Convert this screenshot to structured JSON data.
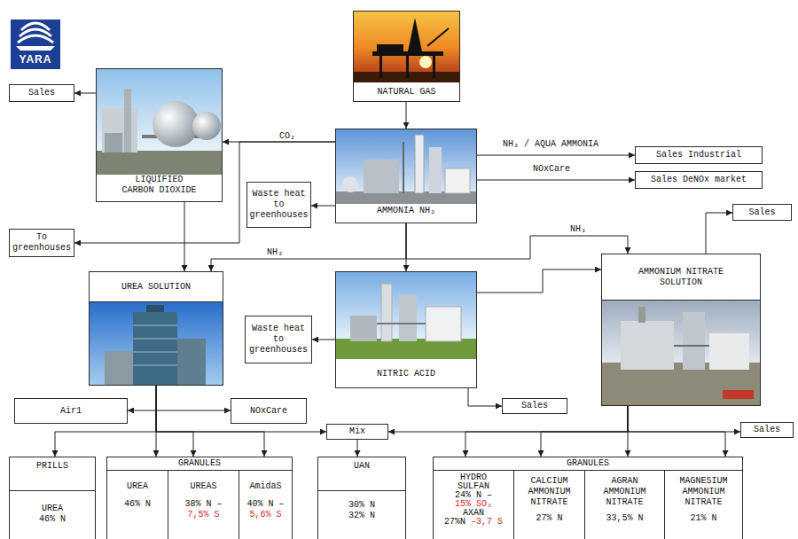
{
  "diagram": {
    "nodes": [
      {
        "text": [
          "NATURAL GAS"
        ]
      },
      {
        "text": [
          "Sales"
        ]
      },
      {
        "text": [
          "LIQUIFIED CARBON DIOXIDE"
        ]
      },
      {
        "text": [
          "AMMONIA NH₃"
        ]
      },
      {
        "text": [
          "Sales Industrial"
        ]
      },
      {
        "text": [
          "Sales DeNOx market"
        ]
      },
      {
        "text": [
          "Waste heat to greenhouses"
        ]
      },
      {
        "text": [
          "Sales"
        ]
      },
      {
        "text": [
          "To greenhouses"
        ]
      },
      {
        "text": [
          "UREA SOLUTION"
        ]
      },
      {
        "text": [
          "AMMONIUM NITRATE SOLUTION"
        ]
      },
      {
        "text": [
          "Waste heat to greenhouses"
        ]
      },
      {
        "text": [
          "NITRIC ACID"
        ]
      },
      {
        "text": [
          "Air1"
        ]
      },
      {
        "text": [
          "NOxCare"
        ]
      },
      {
        "text": [
          "Sales"
        ]
      },
      {
        "text": [
          "Mix"
        ]
      },
      {
        "text": [
          "Sales"
        ]
      },
      {
        "text": [
          "PRILLS",
          "UREA",
          "46% N"
        ]
      },
      {
        "text": [
          "GRANULES"
        ]
      },
      {
        "text": [
          "UREA",
          "46% N"
        ],
        "in": 19
      },
      {
        "text": [
          "UREAS",
          "38% N –",
          "7,5% S"
        ],
        "in": 19
      },
      {
        "text": [
          "AmidaS",
          "40% N –",
          "5,6% S"
        ],
        "in": 19
      },
      {
        "text": [
          "UAN",
          "30% N",
          "32% N"
        ]
      },
      {
        "text": [
          "GRANULES"
        ]
      },
      {
        "text": [
          "HYDRO SULFAN",
          "24% N –",
          "15% SO₃",
          "AXAN",
          "27%N",
          "–3,7 S"
        ],
        "in": 24
      },
      {
        "text": [
          "CALCIUM AMMONIUM NITRATE",
          "27% N"
        ],
        "in": 24
      },
      {
        "text": [
          "AGRAN AMMONIUM NITRATE",
          "33,5% N"
        ],
        "in": 24
      },
      {
        "text": [
          "MAGNESIUM AMMONIUM NITRATE",
          "21% N"
        ],
        "in": 24
      }
    ],
    "edges": [
      {
        "from": 0,
        "to": 3,
        "arrow": "to"
      },
      {
        "from": 3,
        "to": 2,
        "arrow": "to",
        "label": "CO₂"
      },
      {
        "from": 2,
        "to": 1,
        "arrow": "to"
      },
      {
        "from": 3,
        "to": 8,
        "arrow": "to"
      },
      {
        "from": 2,
        "to": 9,
        "arrow": "to"
      },
      {
        "from": 3,
        "to": 4,
        "arrow": "to",
        "label": "NH₃ / AQUA AMMONIA"
      },
      {
        "from": 3,
        "to": 5,
        "arrow": "to",
        "label": "NOxCare"
      },
      {
        "from": 3,
        "to": 6,
        "arrow": "to"
      },
      {
        "from": 3,
        "to": 9,
        "arrow": "to",
        "label": "NH₃"
      },
      {
        "from": 3,
        "to": 12,
        "arrow": "to"
      },
      {
        "from": 3,
        "to": 10,
        "arrow": "to",
        "label": "NH₃"
      },
      {
        "from": 12,
        "to": 11,
        "arrow": "to"
      },
      {
        "from": 12,
        "to": 10,
        "arrow": "to"
      },
      {
        "from": 12,
        "to": 15,
        "arrow": "to"
      },
      {
        "from": 10,
        "to": 7,
        "arrow": "to"
      },
      {
        "from": 13,
        "to": 14,
        "arrow": "both"
      },
      {
        "from": 9,
        "to": 18,
        "arrow": "to"
      },
      {
        "from": 9,
        "to": 20,
        "arrow": "to"
      },
      {
        "from": 9,
        "to": 21,
        "arrow": "to"
      },
      {
        "from": 9,
        "to": 22,
        "arrow": "to"
      },
      {
        "from": 9,
        "to": 16,
        "arrow": "to"
      },
      {
        "from": 10,
        "to": 16,
        "arrow": "to"
      },
      {
        "from": 10,
        "to": 17,
        "arrow": "to"
      },
      {
        "from": 16,
        "to": 23,
        "arrow": "to"
      },
      {
        "from": 10,
        "to": 25,
        "arrow": "to"
      },
      {
        "from": 10,
        "to": 26,
        "arrow": "to"
      },
      {
        "from": 10,
        "to": 27,
        "arrow": "to"
      },
      {
        "from": 10,
        "to": 28,
        "arrow": "to"
      }
    ],
    "labels": [
      "YARA"
    ]
  }
}
